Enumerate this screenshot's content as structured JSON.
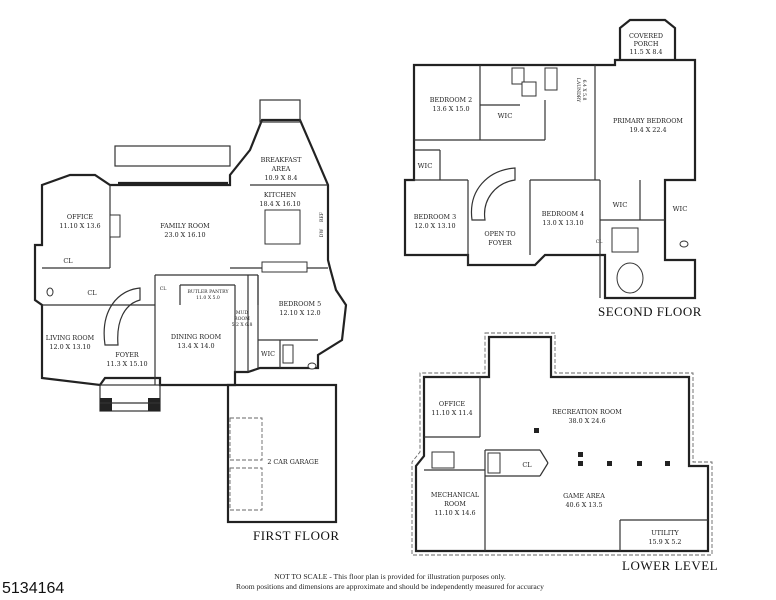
{
  "floor_labels": {
    "first": "FIRST FLOOR",
    "second": "SECOND FLOOR",
    "lower": "LOWER LEVEL"
  },
  "listing_id": "5134164",
  "disclaimer": {
    "line1": "NOT TO SCALE - This floor plan is provided for illustration purposes only.",
    "line2": "Room positions and dimensions are approximate and should be independently measured for accuracy"
  },
  "first_floor": {
    "office": {
      "name": "OFFICE",
      "dims": "11.10 X 13.6"
    },
    "family_room": {
      "name": "FAMILY ROOM",
      "dims": "23.0 X 16.10"
    },
    "breakfast": {
      "name1": "BREAKFAST",
      "name2": "AREA",
      "dims": "10.9 X 8.4"
    },
    "kitchen": {
      "name": "KITCHEN",
      "dims": "18.4 X 16.10"
    },
    "living_room": {
      "name": "LIVING ROOM",
      "dims": "12.0 X 13.10"
    },
    "foyer": {
      "name": "FOYER",
      "dims": "11.3 X 15.10"
    },
    "dining_room": {
      "name": "DINING ROOM",
      "dims": "13.4 X 14.0"
    },
    "butler_pantry": {
      "name": "BUTLER PANTRY",
      "dims": "11.0 X 5.0"
    },
    "mud_room": {
      "name1": "MUD",
      "name2": "ROOM",
      "dims": "5.2 X 6.8"
    },
    "bedroom5": {
      "name": "BEDROOM 5",
      "dims": "12.10 X 12.0"
    },
    "wic": "WIC",
    "cl_a": "CL",
    "cl_b": "CL",
    "cl_c": "CL",
    "garage": "2 CAR GARAGE",
    "ref": "REF",
    "dw": "DW"
  },
  "second_floor": {
    "covered_porch": {
      "name1": "COVERED",
      "name2": "PORCH",
      "dims": "11.5 X 8.4"
    },
    "bedroom2": {
      "name": "BEDROOM 2",
      "dims": "13.6 X 15.0"
    },
    "laundry": {
      "name": "LAUNDRY",
      "dims": "6.4 X 5.8"
    },
    "primary_bedroom": {
      "name": "PRIMARY BEDROOM",
      "dims": "19.4 X 22.4"
    },
    "bedroom3": {
      "name": "BEDROOM 3",
      "dims": "12.0 X 13.10"
    },
    "open_to_foyer": {
      "name1": "OPEN TO",
      "name2": "FOYER"
    },
    "bedroom4": {
      "name": "BEDROOM 4",
      "dims": "13.0 X 13.10"
    },
    "wic_1": "WIC",
    "wic_2": "WIC",
    "wic_3": "WIC",
    "wic_4": "WIC",
    "cl": "CL"
  },
  "lower_level": {
    "office": {
      "name": "OFFICE",
      "dims": "11.10 X 11.4"
    },
    "recreation_room": {
      "name": "RECREATION ROOM",
      "dims": "38.0 X 24.6"
    },
    "mechanical_room": {
      "name1": "MECHANICAL",
      "name2": "ROOM",
      "dims": "11.10 X 14.6"
    },
    "game_area": {
      "name": "GAME AREA",
      "dims": "40.6 X 13.5"
    },
    "utility": {
      "name": "UTILITY",
      "dims": "15.9 X 5.2"
    },
    "cl": "CL"
  }
}
